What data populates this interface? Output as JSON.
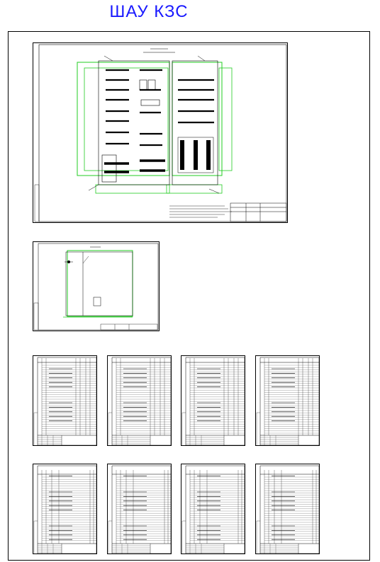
{
  "header": {
    "title": "ШАУ КЗС"
  },
  "sheets": {
    "main_drawing": {
      "kind": "cabinet-layout"
    },
    "small_drawing": {
      "kind": "panel-view"
    },
    "spec_rows": [
      {
        "kind": "specification"
      },
      {
        "kind": "specification"
      }
    ]
  },
  "colors": {
    "title": "#1a1aff",
    "outline": "#22cc22",
    "ink": "#000000"
  }
}
